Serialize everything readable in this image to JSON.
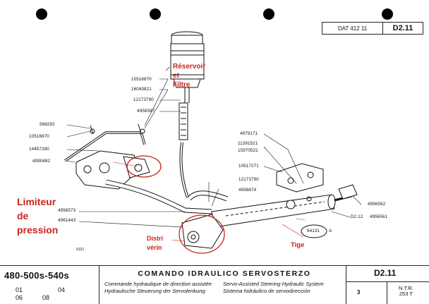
{
  "header": {
    "dat_code": "DAT  412 11",
    "page_code": "D2.11"
  },
  "annotations": {
    "reservoir": [
      "Réservoir",
      "et",
      "Filtre"
    ],
    "limiteur": [
      "Limiteur",
      "de",
      "pression"
    ],
    "distri": [
      "Distri",
      "vérin"
    ],
    "tige": "Tige"
  },
  "parts": {
    "p10516670_top": "10516670",
    "p16043821": "16043821",
    "p12173790_top": "12173790",
    "p4958397": "4958397",
    "p568292": "568292",
    "p10516670_left": "10516670",
    "p14457280": "14457280",
    "p4990482": "4990482",
    "p4979171": "4979171",
    "p11391521": "11391521",
    "p15970521": "15970521",
    "p10517271": "10517271",
    "p12173790_mid": "12173790",
    "p4956674": "4956674",
    "p4956573": "4956573",
    "p4961443": "4961443",
    "p4956562": "4956562",
    "p_d212": "D2.12",
    "p4956561": "4956561",
    "p64131": "64131",
    "p_a": "A",
    "p6331": "6331"
  },
  "footer": {
    "model": "480-500s-540s",
    "codes": [
      "01",
      "04",
      "06",
      "08"
    ],
    "title": "COMANDO IDRAULICO SERVOSTERZO",
    "sub_fr": "Commande hydraulique de direction assistée",
    "sub_de": "Hydraulische Steuerung der Servolenkung",
    "sub_en": "Servo-Assisted Steering Hydraulic System",
    "sub_es": "Sistema hidráulico de servodirección",
    "code": "D2.11",
    "page": "3",
    "ntr_1": "N.T.R.",
    "ntr_2": "253 T"
  }
}
